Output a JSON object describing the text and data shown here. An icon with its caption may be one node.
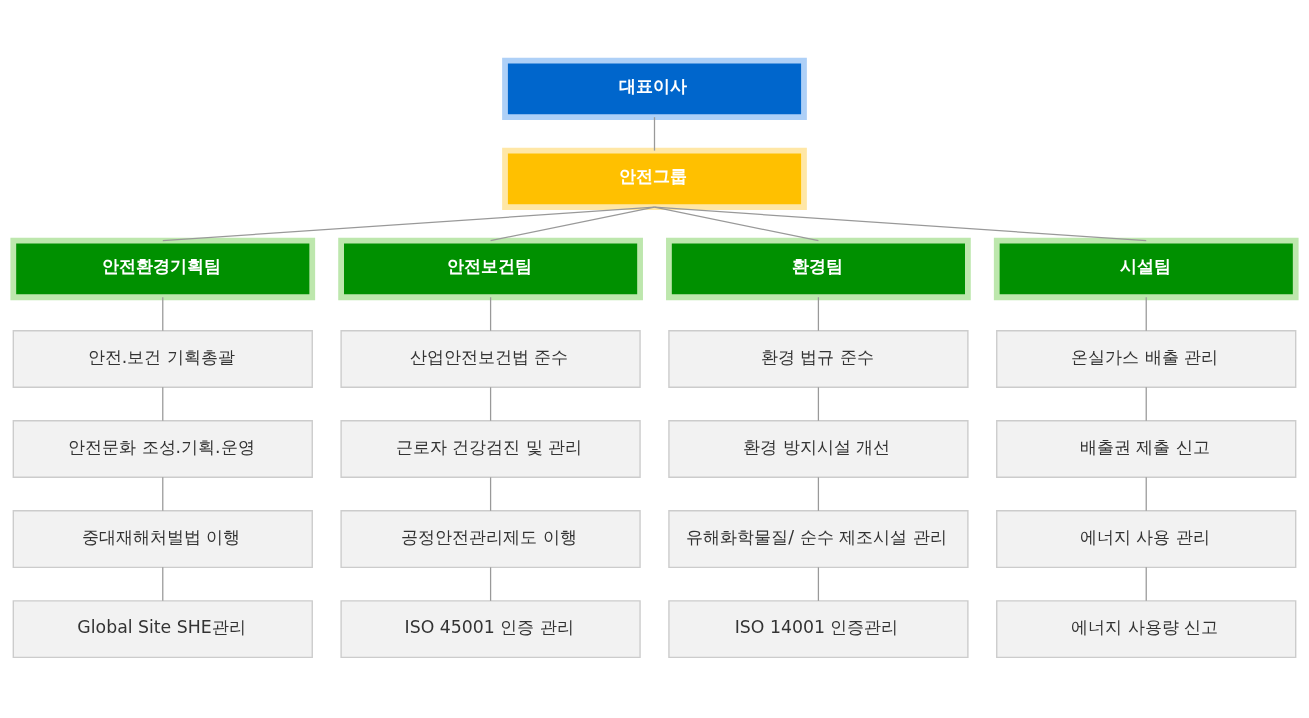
{
  "diagram": {
    "nodes": [
      {
        "text": [
          "대표이사"
        ]
      },
      {
        "text": [
          "안전그룹"
        ]
      },
      {
        "text": [
          "안전환경기획팀"
        ]
      },
      {
        "text": [
          "안전보건팀"
        ]
      },
      {
        "text": [
          "환경팀"
        ]
      },
      {
        "text": [
          "시설팀"
        ]
      },
      {
        "text": [
          "안전.보건 기획총괄"
        ]
      },
      {
        "text": [
          "산업안전보건법 준수"
        ]
      },
      {
        "text": [
          "환경 법규 준수"
        ]
      },
      {
        "text": [
          "온실가스 배출 관리"
        ]
      },
      {
        "text": [
          "안전문화 조성.기획.운영"
        ]
      },
      {
        "text": [
          "근로자 건강검진 및 관리"
        ]
      },
      {
        "text": [
          "환경 방지시설 개선"
        ]
      },
      {
        "text": [
          "배출권 제출 신고"
        ]
      },
      {
        "text": [
          "중대재해처벌법 이행"
        ]
      },
      {
        "text": [
          "공정안전관리제도 이행"
        ]
      },
      {
        "text": [
          "유해화학물질/ 순수 제조시설 관리"
        ]
      },
      {
        "text": [
          "에너지 사용 관리"
        ]
      },
      {
        "text": [
          "Global Site SHE관리"
        ]
      },
      {
        "text": [
          "ISO 45001 인증 관리"
        ]
      },
      {
        "text": [
          "ISO 14001 인증관리"
        ]
      },
      {
        "text": [
          "에너지 사용량 신고"
        ]
      }
    ],
    "edges": [
      {
        "from": 0,
        "to": 1,
        "arrow": "none"
      },
      {
        "from": 1,
        "to": 2,
        "arrow": "none"
      },
      {
        "from": 1,
        "to": 3,
        "arrow": "none"
      },
      {
        "from": 1,
        "to": 4,
        "arrow": "none"
      },
      {
        "from": 1,
        "to": 5,
        "arrow": "none"
      },
      {
        "from": 2,
        "to": 6,
        "arrow": "none"
      },
      {
        "from": 6,
        "to": 10,
        "arrow": "none"
      },
      {
        "from": 10,
        "to": 14,
        "arrow": "none"
      },
      {
        "from": 14,
        "to": 18,
        "arrow": "none"
      },
      {
        "from": 3,
        "to": 7,
        "arrow": "none"
      },
      {
        "from": 7,
        "to": 11,
        "arrow": "none"
      },
      {
        "from": 11,
        "to": 15,
        "arrow": "none"
      },
      {
        "from": 15,
        "to": 19,
        "arrow": "none"
      },
      {
        "from": 4,
        "to": 8,
        "arrow": "none"
      },
      {
        "from": 8,
        "to": 12,
        "arrow": "none"
      },
      {
        "from": 12,
        "to": 16,
        "arrow": "none"
      },
      {
        "from": 16,
        "to": 20,
        "arrow": "none"
      },
      {
        "from": 5,
        "to": 9,
        "arrow": "none"
      },
      {
        "from": 9,
        "to": 13,
        "arrow": "none"
      },
      {
        "from": 13,
        "to": 17,
        "arrow": "none"
      },
      {
        "from": 17,
        "to": 21,
        "arrow": "none"
      }
    ]
  }
}
